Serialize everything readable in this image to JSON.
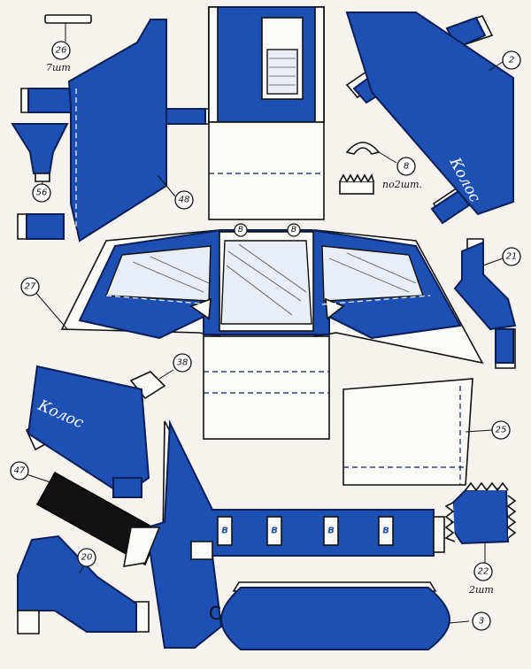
{
  "colors": {
    "blue": "#1e4fb3",
    "outline": "#0b1e55",
    "paper": "#f6f3ee",
    "black": "#111111"
  },
  "labels": {
    "p26": "26",
    "p2": "2",
    "p8": "8",
    "p56": "56",
    "p48": "48",
    "p21": "21",
    "p27": "27",
    "p38": "38",
    "p25": "25",
    "p47": "47",
    "p20": "20",
    "p22": "22",
    "p3": "3"
  },
  "notes": {
    "n26": "7шт",
    "n8": "по2шт.",
    "n22": "2шт"
  },
  "brand": {
    "top": "Колос",
    "left": "Колос"
  },
  "marks": {
    "b": "В",
    "c": "С"
  }
}
